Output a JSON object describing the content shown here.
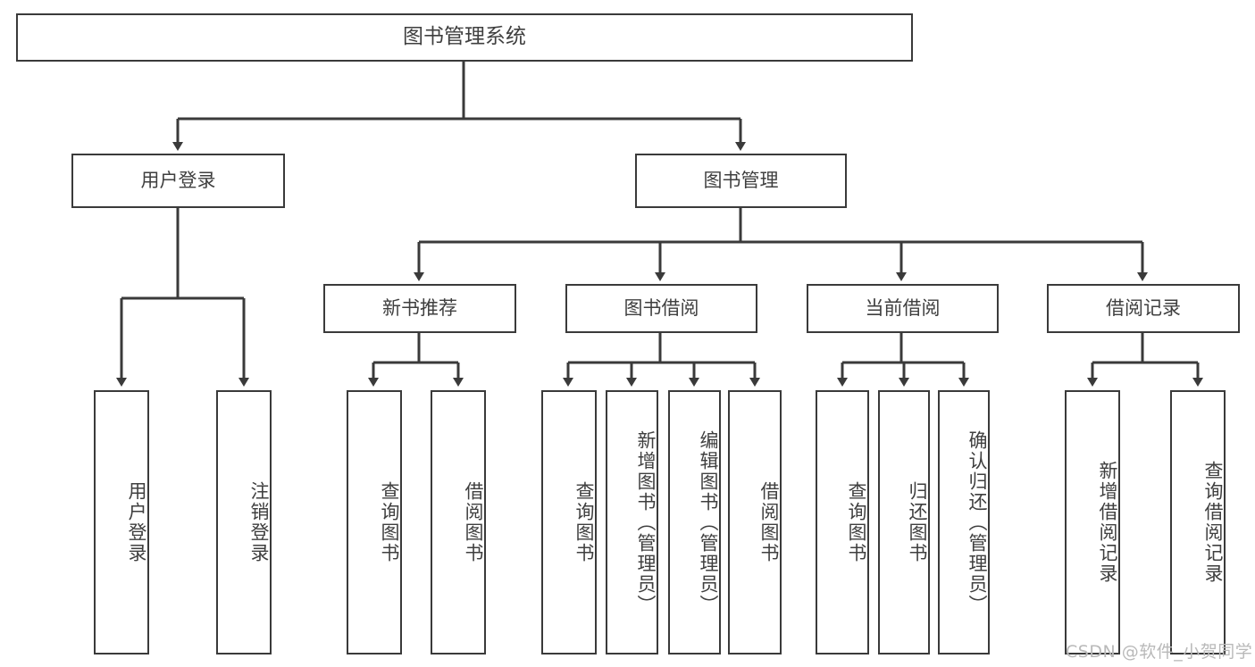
{
  "diagram": {
    "title": "图书管理系统",
    "type": "tree-hierarchy-diagram",
    "stroke_color": "#3a3a3a",
    "text_color": "#3f3f3f",
    "background_color": "#ffffff"
  },
  "root": {
    "label": "图书管理系统"
  },
  "level1": [
    {
      "label": "用户登录"
    },
    {
      "label": "图书管理"
    }
  ],
  "level2": [
    {
      "label": "新书推荐"
    },
    {
      "label": "图书借阅"
    },
    {
      "label": "当前借阅"
    },
    {
      "label": "借阅记录"
    }
  ],
  "leaves": {
    "user_login": [
      {
        "label": "用户登录"
      },
      {
        "label": "注销登录"
      }
    ],
    "new_book_recommend": [
      {
        "label": "查询图书"
      },
      {
        "label": "借阅图书"
      }
    ],
    "book_borrow": [
      {
        "label": "查询图书"
      },
      {
        "label": "新增图书（管理员）"
      },
      {
        "label": "编辑图书（管理员）"
      },
      {
        "label": "借阅图书"
      }
    ],
    "current_borrow": [
      {
        "label": "查询图书"
      },
      {
        "label": "归还图书"
      },
      {
        "label": "确认归还（管理员）"
      }
    ],
    "borrow_record": [
      {
        "label": "新增借阅记录"
      },
      {
        "label": "查询借阅记录"
      }
    ]
  },
  "watermark": {
    "text": "CSDN @软件_小贺同学"
  }
}
